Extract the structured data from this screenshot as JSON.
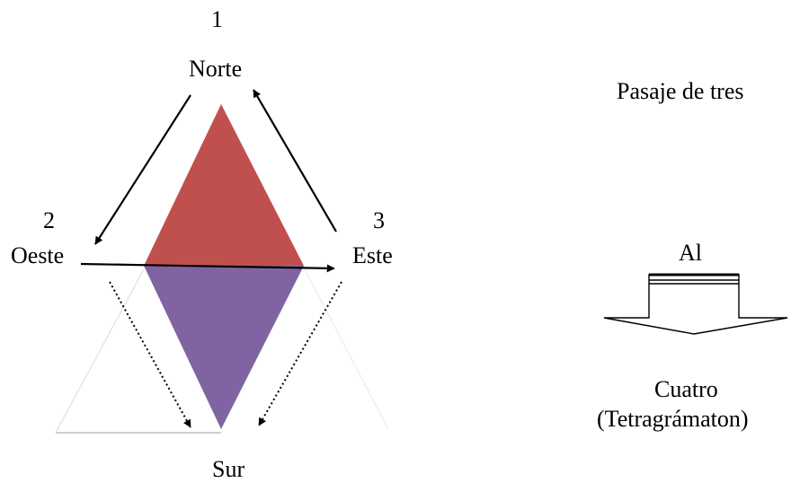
{
  "diagram": {
    "labels": {
      "n1": "1",
      "norte": "Norte",
      "n2": "2",
      "oeste": "Oeste",
      "n3": "3",
      "este": "Este",
      "sur": "Sur"
    },
    "colors": {
      "upper_triangle": "#c0504d",
      "lower_triangle": "#8064a2",
      "faint_outline": "#e6e6e6",
      "arrow": "#000000"
    }
  },
  "legend": {
    "title": "Pasaje de tres",
    "connector": "Al",
    "result_line1": "Cuatro",
    "result_line2": "(Tetragrámaton)",
    "icon": "down-block-arrow-icon"
  }
}
